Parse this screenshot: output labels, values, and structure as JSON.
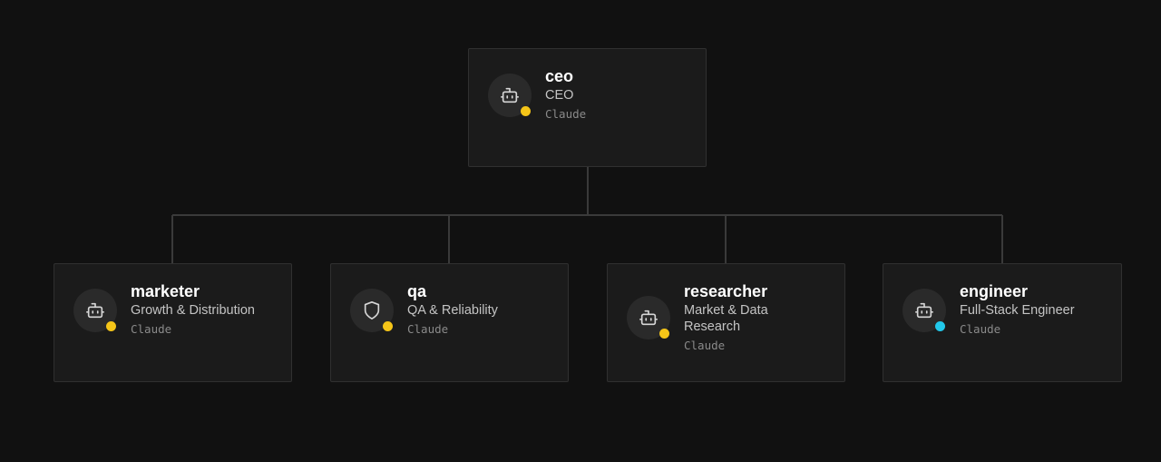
{
  "org_chart": {
    "root": {
      "name": "ceo",
      "role": "CEO",
      "model": "Claude",
      "icon": "bot-icon",
      "status_color": "#f5c518"
    },
    "children": [
      {
        "name": "marketer",
        "role": "Growth & Distribution",
        "model": "Claude",
        "icon": "bot-icon",
        "status_color": "#f5c518"
      },
      {
        "name": "qa",
        "role": "QA & Reliability",
        "model": "Claude",
        "icon": "shield-icon",
        "status_color": "#f5c518"
      },
      {
        "name": "researcher",
        "role": "Market & Data Research",
        "model": "Claude",
        "icon": "bot-icon",
        "status_color": "#f5c518"
      },
      {
        "name": "engineer",
        "role": "Full-Stack Engineer",
        "model": "Claude",
        "icon": "bot-icon",
        "status_color": "#22c8ea"
      }
    ]
  },
  "colors": {
    "background": "#111111",
    "card": "#1b1b1b",
    "card_border": "#303030",
    "connector": "#3a3a3a"
  }
}
